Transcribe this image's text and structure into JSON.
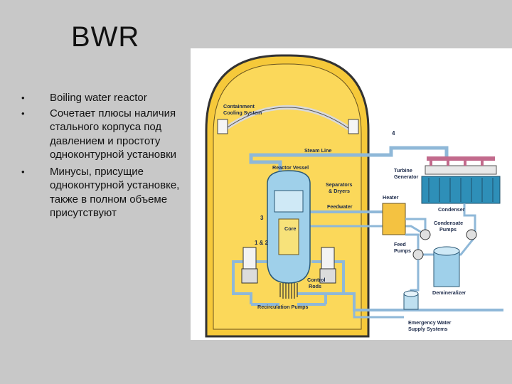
{
  "slide": {
    "title": "BWR",
    "bullets": [
      "Boiling water reactor",
      "Сочетает плюсы наличия стального корпуса под давлением и простоту одноконтурной установки",
      "Минусы, присущие одноконтурной установке, также в полном объеме присутствуют"
    ]
  },
  "diagram": {
    "labels": {
      "containment_1": "Containment",
      "containment_2": "Cooling System",
      "steam_line": "Steam Line",
      "reactor_vessel": "Reactor Vessel",
      "separators_1": "Separators",
      "separators_2": "& Dryers",
      "feedwater": "Feedwater",
      "core": "Core",
      "control_rods_1": "Control",
      "control_rods_2": "Rods",
      "recirculation_pumps": "Recirculation Pumps",
      "turbine_1": "Turbine",
      "turbine_2": "Generator",
      "heater": "Heater",
      "condenser": "Condenser",
      "condensate_1": "Condensate",
      "condensate_2": "Pumps",
      "feed_pumps_1": "Feed",
      "feed_pumps_2": "Pumps",
      "demineralizer": "Demineralizer",
      "emergency_1": "Emergency Water",
      "emergency_2": "Supply Systems",
      "num_4": "4",
      "num_3": "3",
      "num_12": "1 & 2"
    },
    "colors": {
      "containment": "#f6c93a",
      "pipe": "#8fb8d8",
      "vessel": "#9fd0ea",
      "core": "#f7e27a",
      "heater": "#f4c241",
      "condenser": "#2e8fb8"
    }
  }
}
